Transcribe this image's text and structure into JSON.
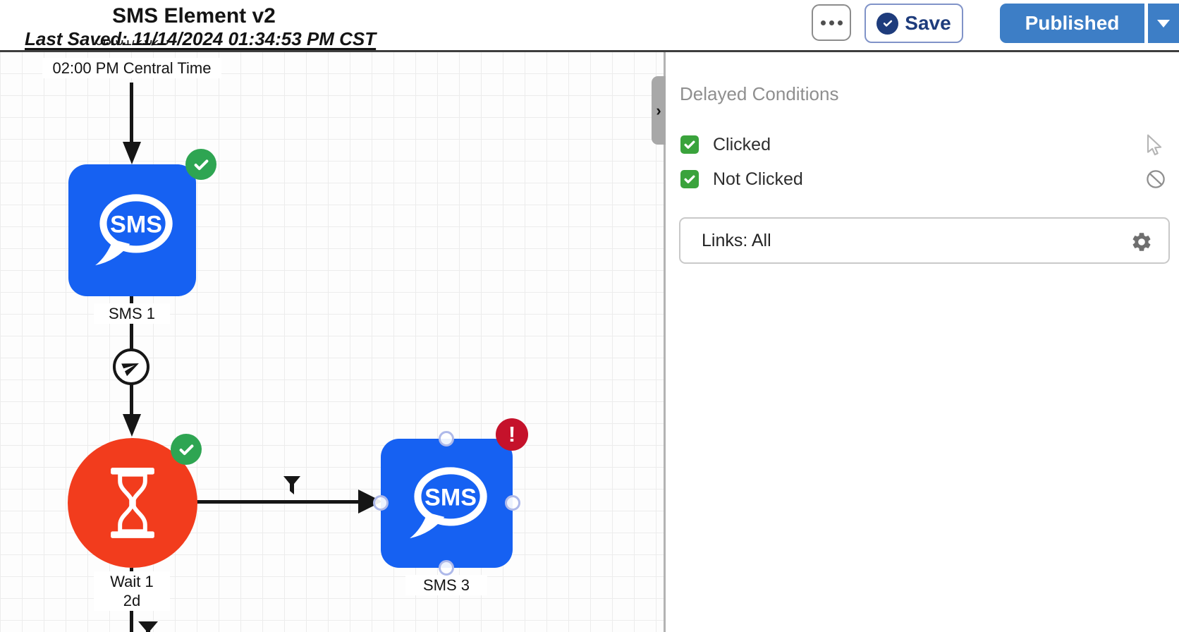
{
  "header": {
    "title": "SMS Element v2",
    "last_saved": "Last Saved: 11/14/2024 01:34:53 PM CST",
    "save_label": "Save",
    "published_label": "Published"
  },
  "canvas": {
    "start_date_partial": "08/01/2025",
    "start_time": "02:00 PM Central Time",
    "sms_icon_text": "SMS",
    "error_badge_glyph": "!",
    "nodes": [
      {
        "id": "sms1",
        "type": "sms",
        "label": "SMS 1",
        "status": "success"
      },
      {
        "id": "wait1",
        "type": "wait",
        "label": "Wait 1",
        "duration": "2d",
        "status": "success"
      },
      {
        "id": "sms3",
        "type": "sms",
        "label": "SMS 3",
        "status": "error"
      }
    ]
  },
  "panel": {
    "heading": "Delayed Conditions",
    "collapse_glyph": "›",
    "conditions": [
      {
        "label": "Clicked",
        "checked": true
      },
      {
        "label": "Not Clicked",
        "checked": true
      }
    ],
    "links_field": {
      "value": "Links: All"
    }
  },
  "colors": {
    "sms_node_blue": "#1661f2",
    "wait_node_red": "#f23c1d",
    "success_green": "#2ea552",
    "checkbox_green": "#3aa33c",
    "error_red": "#c5122b",
    "published_blue": "#3d7ec6",
    "save_navy": "#1e3c7c",
    "header_border": "#3e3e3e"
  }
}
